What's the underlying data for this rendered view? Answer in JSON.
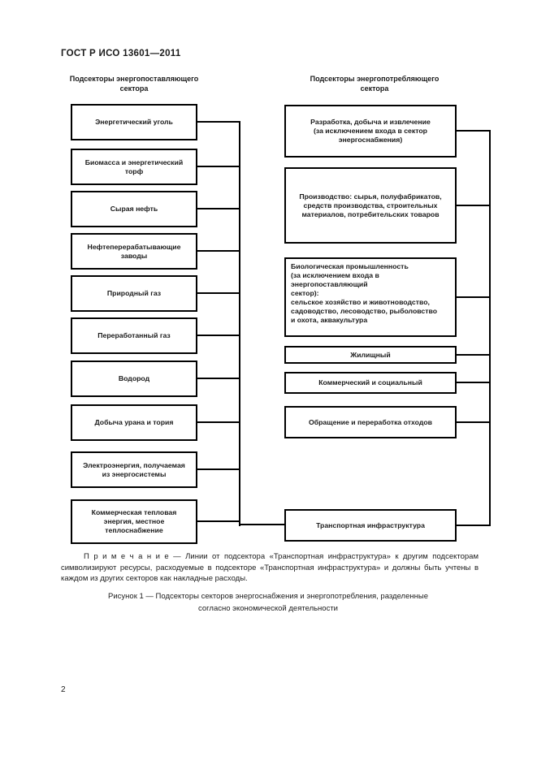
{
  "page": {
    "header": "ГОСТ Р ИСО 13601—2011",
    "note": "П р и м е ч а н и е — Линии от подсектора «Транспортная инфраструктура» к другим подсекторам символизируют ресурсы, расходуемые в подсекторе «Транспортная инфраструктура» и должны быть учтены в каждом из других секторов как накладные расходы.",
    "caption": "Рисунок 1 — Подсекторы секторов энергоснабжения и энергопотребления, разделенные\nсогласно экономической деятельности",
    "page_number": "2"
  },
  "diagram": {
    "left_column_title": "Подсекторы энергопоставляющего\nсектора",
    "right_column_title": "Подсекторы энергопотребляющего\nсектора",
    "line_color": "#000000",
    "left_boxes": [
      "Энергетический уголь",
      "Биомасса и энергетический\nторф",
      "Сырая нефть",
      "Нефтеперерабатывающие\nзаводы",
      "Природный газ",
      "Переработанный газ",
      "Водород",
      "Добыча урана и тория",
      "Электроэнергия, получаемая\nиз энергосистемы",
      "Коммерческая тепловая\nэнергия, местное\nтеплоснабжение"
    ],
    "right_boxes": [
      "Разработка, добыча и извлечение\n(за исключением входа в сектор\nэнергоснабжения)",
      "Производство: сырья, полуфабрикатов,\nсредств производства, строительных\nматериалов, потребительских товаров",
      "Биологическая промышленность\n(за исключением входа в энергопоставляющий\nсектор):\nсельское хозяйство и животноводство,\nсадоводство, лесоводство, рыболовство\nи охота, аквакультура",
      "Жилищный",
      "Коммерческий и социальный",
      "Обращение и переработка отходов",
      "Транспортная инфраструктура"
    ]
  }
}
